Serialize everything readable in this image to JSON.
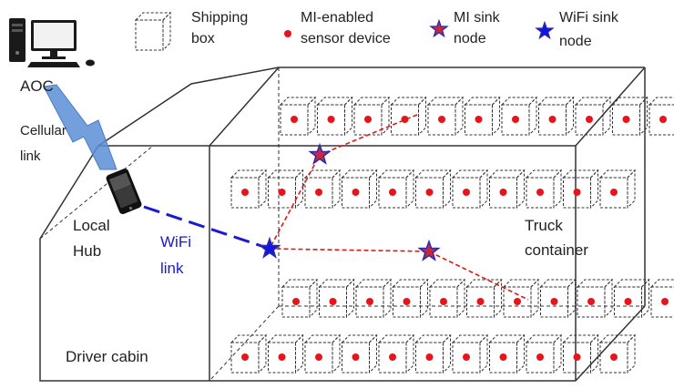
{
  "legend": {
    "shipping_box": [
      "Shipping",
      "box"
    ],
    "sensor": [
      "MI-enabled",
      "sensor device"
    ],
    "mi_sink": [
      "MI sink",
      "node"
    ],
    "wifi_sink": [
      "WiFi sink",
      "node"
    ]
  },
  "labels": {
    "aoc": "AOC",
    "cellular": [
      "Cellular",
      "link"
    ],
    "local_hub": [
      "Local",
      "Hub"
    ],
    "wifi_link": [
      "WiFi",
      "link"
    ],
    "truck_container": [
      "Truck",
      "container"
    ],
    "driver_cabin": "Driver cabin"
  },
  "colors": {
    "sensor": "#e8141c",
    "mi_sink_fill": "#c8283c",
    "sink_stroke": "#2a2ab0",
    "wifi_sink": "#1414e0",
    "mi_link": "#e01818",
    "wifi_link": "#1a1ad6",
    "cellular_link": "#5b8fd6"
  },
  "icons": [
    "computer-icon",
    "phone-icon",
    "star-icon"
  ]
}
